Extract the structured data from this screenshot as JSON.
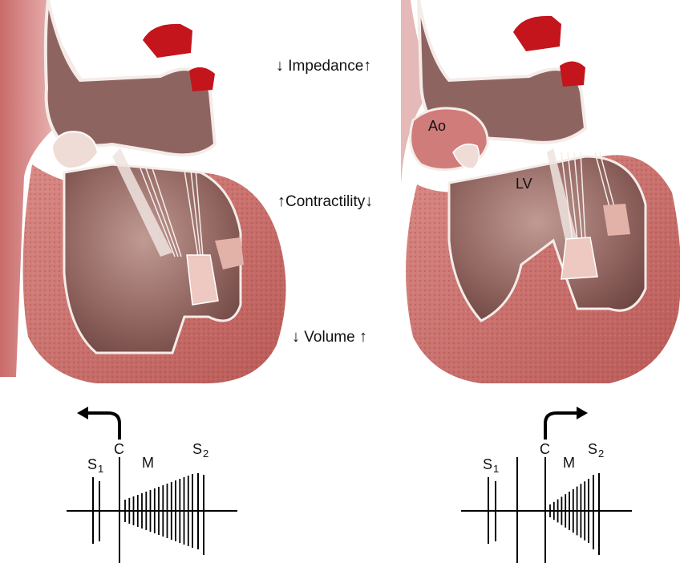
{
  "labels": {
    "impedance": "Impedance",
    "contractility": "Contractility",
    "volume": "Volume",
    "aorta": "Ao",
    "left_ventricle": "LV"
  },
  "arrows": {
    "down": "↓",
    "up": "↑"
  },
  "phono_left": {
    "s1": "S",
    "s1_sub": "1",
    "c": "C",
    "m": "M",
    "s2": "S",
    "s2_sub": "2"
  },
  "phono_right": {
    "s1": "S",
    "s1_sub": "1",
    "c": "C",
    "m": "M",
    "s2": "S",
    "s2_sub": "2"
  },
  "icons": {
    "left_turn_arrow": "curved-arrow-left-icon",
    "right_turn_arrow": "curved-arrow-right-icon"
  },
  "colors": {
    "myocardium": "#c96763",
    "myocardium_dark": "#a84a48",
    "cavity": "#8a5a56",
    "cavity_light": "#b88a84",
    "aorta_red": "#c4141c",
    "outline": "#f4ece8"
  }
}
